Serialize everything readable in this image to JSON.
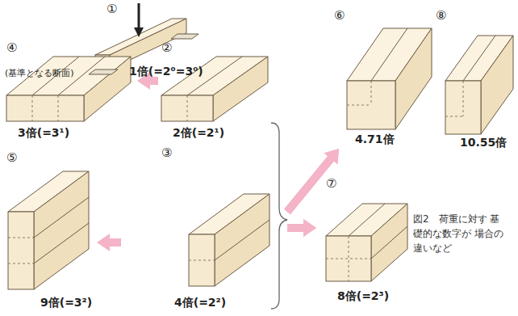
{
  "diagram": {
    "caption": "図2　荷重に対す 基礎的な数字が 場合の違いなど",
    "nodes": [
      {
        "text": [
          "①",
          "(基準となる断面)",
          "1倍(=2⁰=3⁰)"
        ]
      },
      {
        "text": [
          "②",
          "2倍(=2¹)"
        ]
      },
      {
        "text": [
          "③",
          "4倍(=2²)"
        ]
      },
      {
        "text": [
          "④",
          "3倍(=3¹)"
        ]
      },
      {
        "text": [
          "⑤",
          "9倍(=3²)"
        ]
      },
      {
        "text": [
          "⑥",
          "4.71倍"
        ]
      },
      {
        "text": [
          "⑦",
          "8倍(=2³)"
        ]
      },
      {
        "text": [
          "⑧",
          "10.55倍"
        ]
      }
    ],
    "edges": [
      {
        "from": 1,
        "to": 3,
        "arrow": "to"
      },
      {
        "from": 2,
        "to": 4,
        "arrow": "to"
      },
      {
        "from": 1,
        "to": 5,
        "arrow": "to"
      },
      {
        "from": 2,
        "to": 5,
        "arrow": "to"
      },
      {
        "from": 1,
        "to": 6,
        "arrow": "to"
      },
      {
        "from": 2,
        "to": 6,
        "arrow": "to"
      }
    ]
  }
}
